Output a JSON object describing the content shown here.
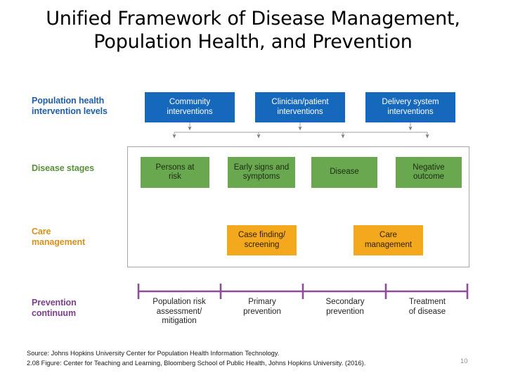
{
  "slide": {
    "title": "Unified Framework of Disease Management, Population Health, and Prevention",
    "page_number": "10"
  },
  "figure": {
    "row_labels": {
      "population": "Population health\nintervention levels",
      "disease": "Disease stages",
      "care": "Care\nmanagement",
      "prevention": "Prevention\ncontinuum"
    },
    "intervention_boxes": [
      {
        "label": "Community\ninterventions"
      },
      {
        "label": "Clinician/patient\ninterventions"
      },
      {
        "label": "Delivery system\ninterventions"
      }
    ],
    "disease_stage_boxes": [
      {
        "label": "Persons at\nrisk"
      },
      {
        "label": "Early signs and\nsymptoms"
      },
      {
        "label": "Disease"
      },
      {
        "label": "Negative\noutcome"
      }
    ],
    "care_management_boxes": [
      {
        "label": "Case finding/\nscreening"
      },
      {
        "label": "Care\nmanagement"
      }
    ],
    "prevention_continuum": [
      {
        "label": "Population risk\nassessment/\nmitigation"
      },
      {
        "label": "Primary\nprevention"
      },
      {
        "label": "Secondary\nprevention"
      },
      {
        "label": "Treatment\nof disease"
      }
    ],
    "colors": {
      "intervention_blue": "#1668bd",
      "disease_green": "#6aa84f",
      "care_orange": "#f4a81d",
      "prevention_purple": "#8e4d98",
      "connector_gray": "#808080",
      "panel_border": "#a6a6a6"
    }
  },
  "footer": {
    "source_line_1": "Source: Johns Hopkins University Center for Population Health Information Technology.",
    "source_line_2": "2.08 Figure: Center for Teaching and Learning, Bloomberg School of Public Health, Johns Hopkins University. (2016)."
  }
}
